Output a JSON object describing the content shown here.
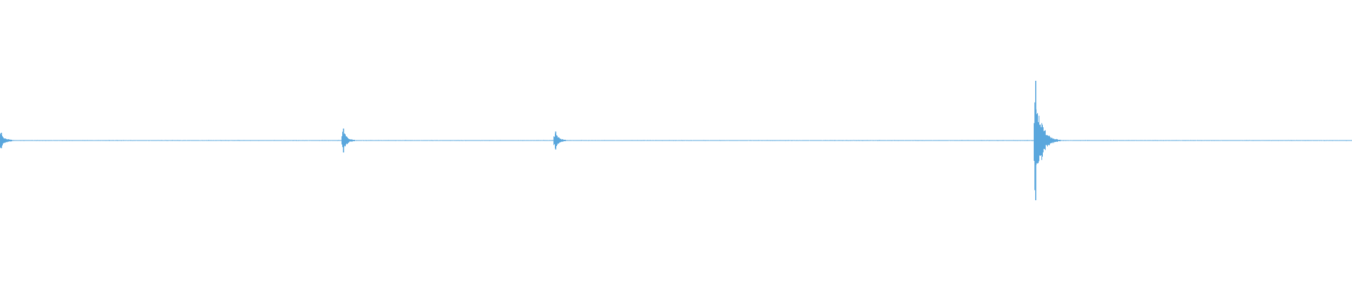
{
  "waveform": {
    "color": "#5aa7dd",
    "background": "#ffffff",
    "baseline_amplitude": 0.01,
    "noise_level": 0.003,
    "transients": [
      {
        "position": 0.0,
        "peak": 0.13,
        "decay": 0.012
      },
      {
        "position": 0.253,
        "peak": 0.2,
        "decay": 0.01
      },
      {
        "position": 0.41,
        "peak": 0.15,
        "decay": 0.01
      },
      {
        "position": 0.765,
        "peak": 1.0,
        "decay": 0.014
      }
    ]
  }
}
